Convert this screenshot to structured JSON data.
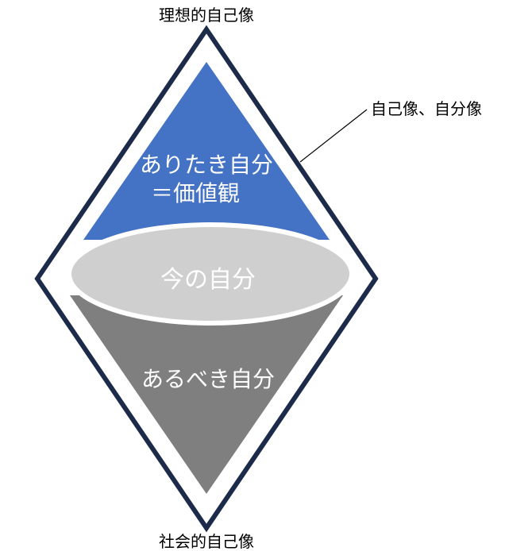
{
  "labels": {
    "top": "理想的自己像",
    "bottom": "社会的自己像",
    "callout": "自己像、自分像",
    "upper_line1": "ありたき自分",
    "upper_line2": "＝価値観",
    "center": "今の自分",
    "lower": "あるべき自分"
  },
  "colors": {
    "outline": "#1c2b4a",
    "upper_fill": "#4472c4",
    "center_fill": "#d0cfd0",
    "lower_fill": "#7f7f7f",
    "label_text": "#000000",
    "inner_text": "#ffffff"
  }
}
